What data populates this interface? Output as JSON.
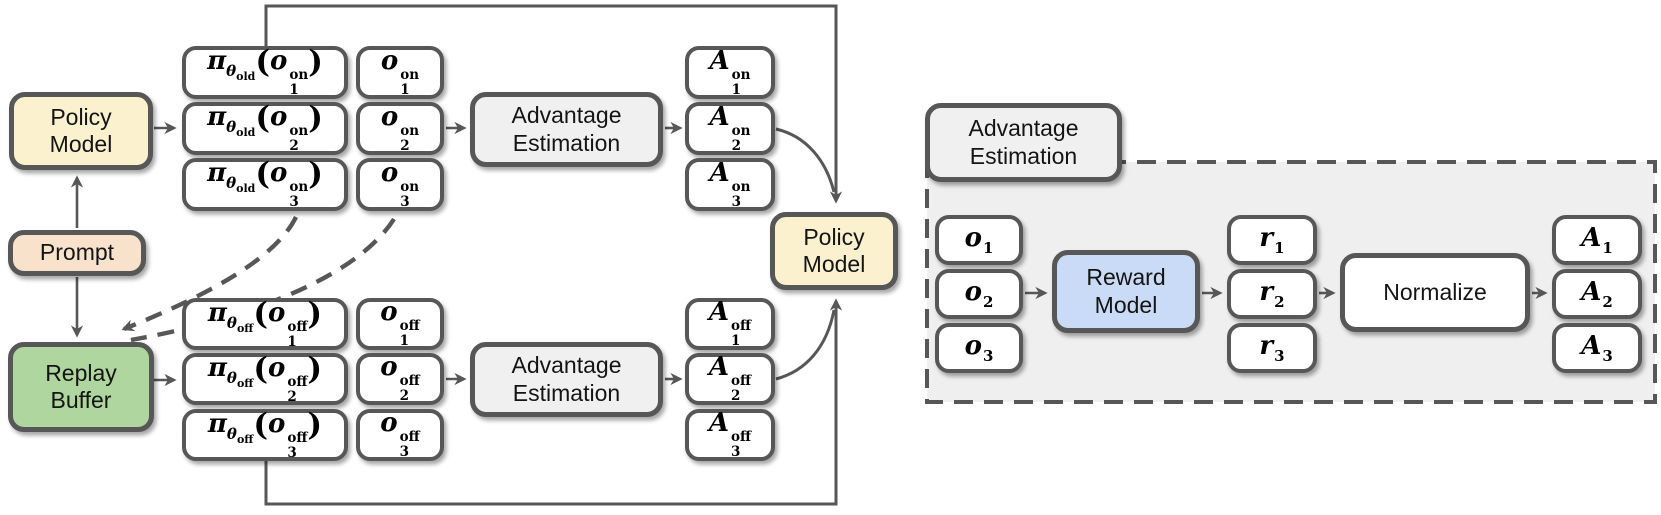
{
  "colors": {
    "box_border": "#575757",
    "line_color": "#575757",
    "policy_model_fill": "#fbf1cf",
    "prompt_fill": "#f9e2cb",
    "replay_buffer_fill": "#b0d69f",
    "process_fill": "#f0f0f0",
    "reward_model_fill": "#c9dbf7",
    "panel_fill": "#efefef"
  },
  "symbols": {
    "pi": "π",
    "theta": "θ",
    "o": "o",
    "r": "r",
    "A": "A",
    "lparen": "(",
    "rparen": ")"
  },
  "tags": {
    "on": "on",
    "off": "off",
    "old": "old"
  },
  "indices": [
    "1",
    "2",
    "3"
  ],
  "boxes": {
    "policy_model": {
      "line1": "Policy",
      "line2": "Model"
    },
    "prompt": {
      "label": "Prompt"
    },
    "replay_buffer": {
      "line1": "Replay",
      "line2": "Buffer"
    },
    "advantage_estimation_on": {
      "line1": "Advantage",
      "line2": "Estimation"
    },
    "advantage_estimation_off": {
      "line1": "Advantage",
      "line2": "Estimation"
    },
    "policy_model_target": {
      "line1": "Policy",
      "line2": "Model"
    },
    "panel_title": {
      "line1": "Advantage",
      "line2": "Estimation"
    },
    "reward_model": {
      "line1": "Reward",
      "line2": "Model"
    },
    "normalize": {
      "label": "Normalize"
    }
  }
}
